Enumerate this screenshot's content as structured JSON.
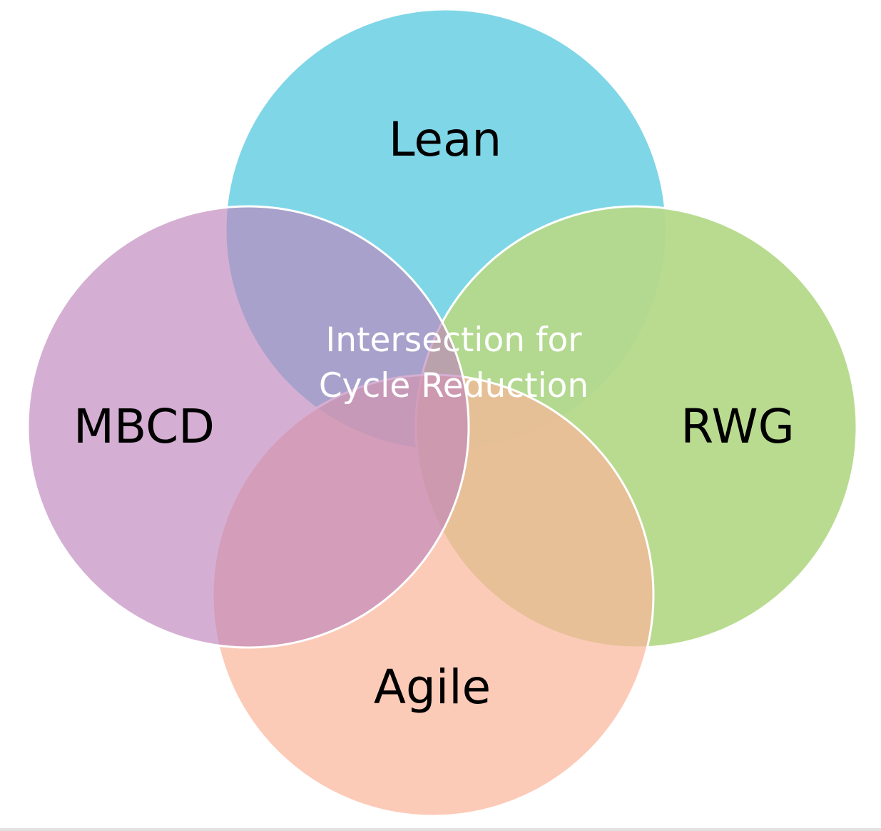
{
  "diagram": {
    "sets": [
      {
        "id": "lean",
        "label": "Lean",
        "color": "#7fd6e7"
      },
      {
        "id": "rwg",
        "label": "RWG",
        "color": "#b5d98a"
      },
      {
        "id": "agile",
        "label": "Agile",
        "color": "#fbb59a"
      },
      {
        "id": "mbcd",
        "label": "MBCD",
        "color": "#be84bc"
      }
    ],
    "center_label": {
      "line1": "Intersection for",
      "line2": "Cycle Reduction"
    }
  }
}
